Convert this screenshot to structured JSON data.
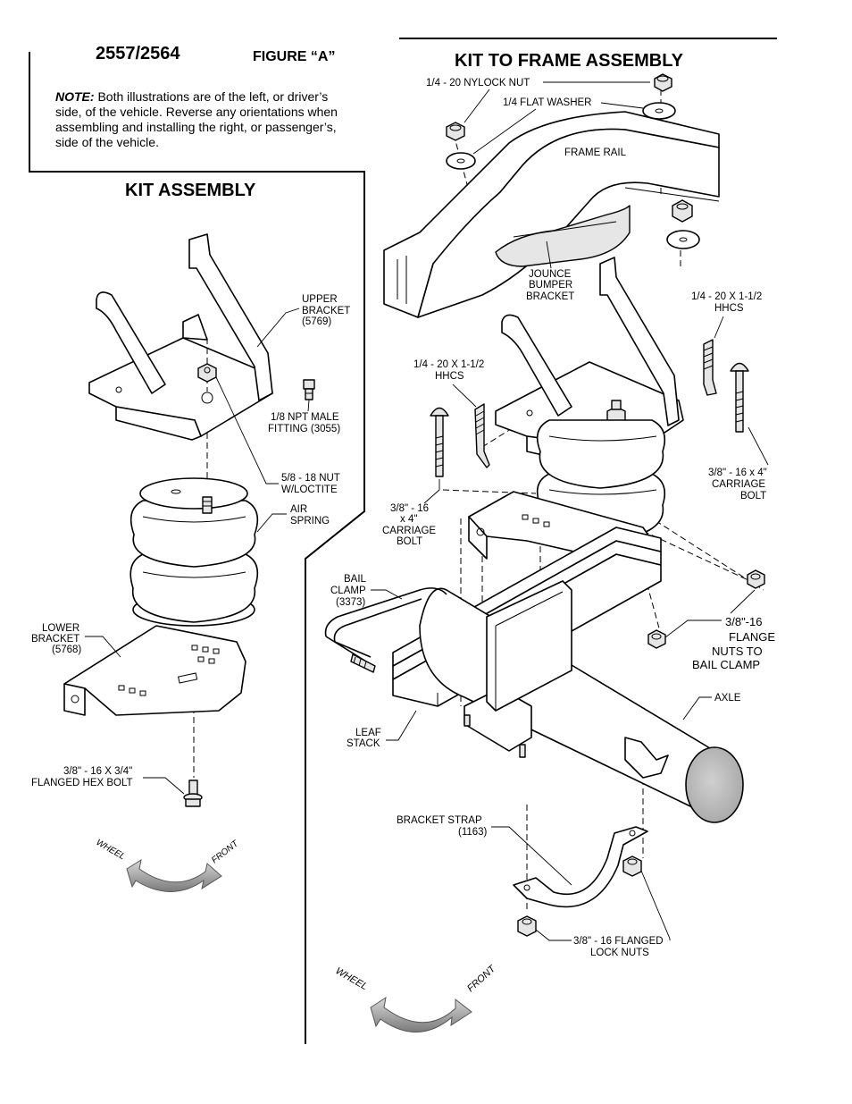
{
  "header": {
    "part_numbers": "2557/2564",
    "figure": "FIGURE “A”",
    "note_label": "NOTE:",
    "note_text": " Both illustrations are of the left, or driver’s side, of the vehicle. Reverse any orientations when assembling and installing the right, or passenger’s, side of the vehicle."
  },
  "kit_assembly": {
    "title": "KIT ASSEMBLY",
    "labels": {
      "upper_bracket": [
        "UPPER",
        "BRACKET",
        "(5769)"
      ],
      "fitting": [
        "1/8 NPT MALE",
        "FITTING (3055)"
      ],
      "nut": [
        "5/8 - 18 NUT",
        "W/LOCTITE"
      ],
      "air_spring": [
        "AIR",
        "SPRING"
      ],
      "lower_bracket": [
        "LOWER",
        "BRACKET",
        "(5768)"
      ],
      "hex_bolt": [
        "3/8\" - 16  X 3/4\"",
        "FLANGED HEX BOLT"
      ]
    },
    "direction": {
      "wheel": "WHEEL",
      "front": "FRONT"
    }
  },
  "frame_assembly": {
    "title": "KIT TO FRAME ASSEMBLY",
    "labels": {
      "nylock_nut": [
        "1/4 - 20 NYLOCK NUT"
      ],
      "flat_washer": [
        "1/4 FLAT WASHER"
      ],
      "frame_rail": [
        "FRAME RAIL"
      ],
      "jounce": [
        "JOUNCE",
        "BUMPER",
        "BRACKET"
      ],
      "hhcs_right": [
        "1/4 - 20 X 1-1/2",
        "HHCS"
      ],
      "hhcs_left": [
        "1/4 - 20 X 1-1/2",
        "HHCS"
      ],
      "carriage_right": [
        "3/8\" - 16 x 4\"",
        "CARRIAGE",
        "BOLT"
      ],
      "carriage_left": [
        "3/8\" - 16",
        "x 4\"",
        "CARRIAGE",
        "BOLT"
      ],
      "bail_clamp": [
        "BAIL",
        "CLAMP",
        "(3373)"
      ],
      "flange_nuts": [
        "3/8\"-16",
        "FLANGE",
        "NUTS TO",
        "BAIL CLAMP"
      ],
      "axle": [
        "AXLE"
      ],
      "leaf_stack": [
        "LEAF",
        "STACK"
      ],
      "bracket_strap": [
        "BRACKET STRAP",
        "(1163)"
      ],
      "lock_nuts": [
        "3/8\" - 16 FLANGED",
        "LOCK NUTS"
      ]
    },
    "direction": {
      "wheel": "WHEEL",
      "front": "FRONT"
    }
  }
}
